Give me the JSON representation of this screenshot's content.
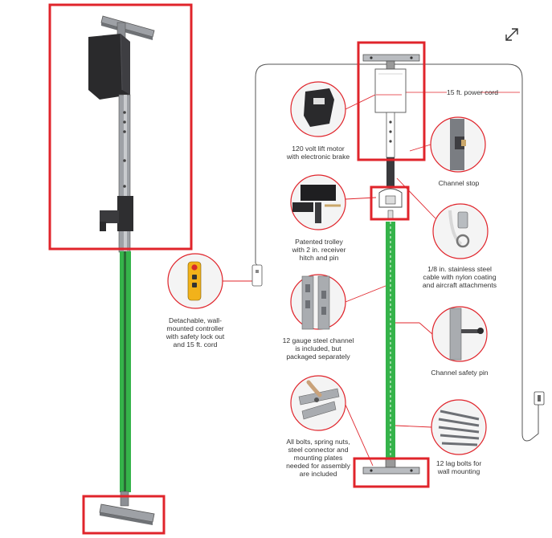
{
  "labels": {
    "motor": "120 volt lift motor\nwith electronic brake",
    "power_cord": "15 ft. power cord",
    "channel_stop": "Channel stop",
    "trolley": "Patented trolley\nwith 2 in. receiver\nhitch and pin",
    "cable": "1/8 in. stainless steel\ncable with nylon coating\nand aircraft attachments",
    "controller": "Detachable, wall-\nmounted controller\nwith safety lock out\nand 15 ft. cord",
    "steel_channel": "12 gauge steel channel\nis included, but\npackaged separately",
    "safety_pin": "Channel safety pin",
    "bolts": "All bolts, spring nuts,\nsteel connector and\nmounting plates\nneeded for assembly\nare included",
    "lag_bolts": "12 lag bolts for\nwall mounting"
  },
  "icons": {
    "expand": "expand-arrows-icon"
  },
  "colors": {
    "highlight_box": "#e0242b",
    "green_channel": "#35b34a",
    "leader_line": "#e0242b",
    "callout_ring": "#e0242b",
    "metal": "#8c8f94",
    "motor_box": "#2a2a2c",
    "controller_yellow": "#f2b21a"
  }
}
